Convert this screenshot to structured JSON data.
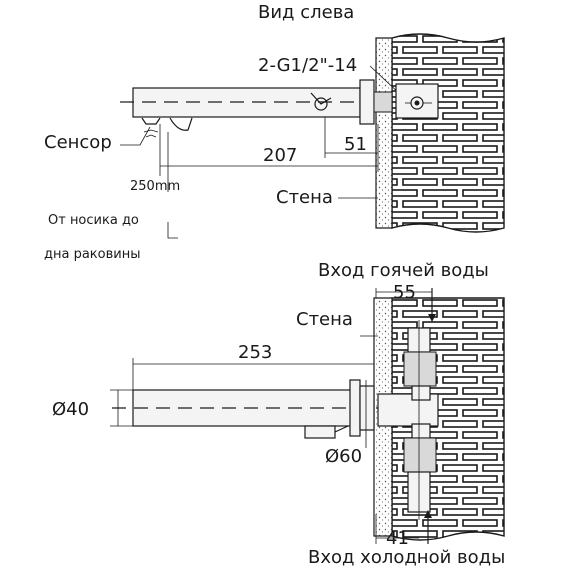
{
  "top_view": {
    "title": "Вид слева",
    "thread": "2-G1/2\"-14",
    "dim_51": "51",
    "dim_207": "207",
    "sensor": "Сенсор",
    "mm250": "250mm",
    "wall": "Стена",
    "note_line1": "От носика до",
    "note_line2": "дна раковины"
  },
  "bottom_view": {
    "hot_inlet": "Вход гоячей воды",
    "dim_55": "55",
    "wall": "Стена",
    "dim_253": "253",
    "dia40": "Ø40",
    "dia60": "Ø60",
    "dim_41": "41",
    "cold_inlet": "Вход холодной воды"
  }
}
